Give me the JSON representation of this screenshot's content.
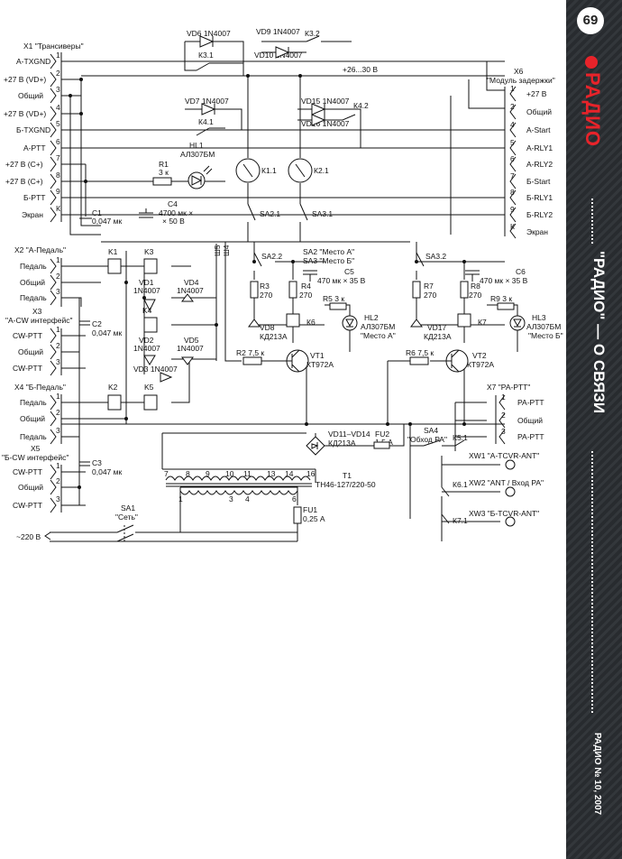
{
  "page": {
    "number": "69",
    "magazine": "РАДИО",
    "section": "\"РАДИО\" — О СВЯЗИ",
    "issue": "РАДИО № 10, 2007"
  },
  "diagram": {
    "connectors": {
      "x1": {
        "title": "X1 \"Трансиверы\"",
        "pins": [
          "A-TXGND",
          "+27 В (VD+)",
          "Общий",
          "+27 В (VD+)",
          "Б-TXGND",
          "A-PTT",
          "+27 В (С+)",
          "+27 В (С+)",
          "Б-PTT",
          "Экран"
        ],
        "pin_numbers": [
          "1",
          "2",
          "3",
          "4",
          "5",
          "6",
          "7",
          "8",
          "9",
          "К"
        ]
      },
      "x6": {
        "title": "X6",
        "subtitle": "\"Модуль задержки\"",
        "pins": [
          "+27 В",
          "Общий",
          "A-Start",
          "A-RLY1",
          "A-RLY2",
          "Б-Start",
          "Б-RLY1",
          "Б-RLY2",
          "Экран"
        ],
        "pin_numbers": [
          "1",
          "2",
          "4",
          "5",
          "6",
          "7",
          "8",
          "9",
          "К"
        ]
      },
      "x2": {
        "title": "X2 \"A-Педаль\"",
        "pins": [
          "Педаль",
          "Общий",
          "Педаль"
        ],
        "pin_numbers": [
          "1",
          "2",
          "3"
        ]
      },
      "x3": {
        "title": "X3",
        "subtitle": "\"A-CW интерфейс\"",
        "pins": [
          "CW-PTT",
          "Общий",
          "CW-PTT"
        ],
        "pin_numbers": [
          "1",
          "2",
          "3"
        ]
      },
      "x4": {
        "title": "X4 \"Б-Педаль\"",
        "pins": [
          "Педаль",
          "Общий",
          "Педаль"
        ],
        "pin_numbers": [
          "1",
          "2",
          "3"
        ]
      },
      "x5": {
        "title": "X5",
        "subtitle": "\"Б-CW интерфейс\"",
        "pins": [
          "CW-PTT",
          "Общий",
          "CW-PTT"
        ],
        "pin_numbers": [
          "1",
          "2",
          "3"
        ]
      },
      "x7": {
        "title": "X7 \"PA-PTT\"",
        "pins": [
          "PA-PTT",
          "Общий",
          "PA-PTT"
        ],
        "pin_numbers": [
          "1",
          "2",
          "3"
        ]
      },
      "xw1": "XW1  \"A-TCVR-ANT\"",
      "xw2": "XW2  \"ANT / Вход PA\"",
      "xw3": "XW3  \"Б-TCVR-ANT\""
    },
    "diodes": {
      "vd6": "VD6 1N4007",
      "vd9": "VD9 1N4007",
      "vd10": "VD10 1N4007",
      "vd7": "VD7 1N4007",
      "vd15": "VD15 1N4007",
      "vd16": "VD16 1N4007",
      "vd1a": "VD1",
      "vd1b": "1N4007",
      "vd4a": "VD4",
      "vd4b": "1N4007",
      "vd2a": "VD2",
      "vd2b": "1N4007",
      "vd5a": "VD5",
      "vd5b": "1N4007",
      "vd3": "VD3 1N4007",
      "vd8a": "VD8",
      "vd8b": "КД213А",
      "vd17a": "VD17",
      "vd17b": "КД213А",
      "bridge_a": "VD11–VD14",
      "bridge_b": "КД213А"
    },
    "contacts": {
      "k31": "К3.1",
      "k32": "К3.2",
      "k41": "К4.1",
      "k42": "К4.2",
      "k11": "К1.1",
      "k21": "К2.1",
      "k51": "К5.1",
      "k61": "К6.1",
      "k71": "К7.1",
      "sa21": "SA2.1",
      "sa31": "SA3.1",
      "sa22": "SA2.2",
      "sa32": "SA3.2",
      "sa_note1": "SA2 \"Место А\"",
      "sa_note2": "SA3 \"Место Б\"",
      "sa4a": "SA4",
      "sa4b": "\"Обход PA\"",
      "sa1a": "SA1",
      "sa1b": "\"Сеть\""
    },
    "relays": {
      "k1": "K1",
      "k2": "K2",
      "k3": "K3",
      "k4": "K4",
      "k5": "K5",
      "k6": "К6",
      "k7": "К7"
    },
    "leds": {
      "hl1a": "HL1",
      "hl1b": "АЛ307БМ",
      "hl2a": "HL2",
      "hl2b": "АЛ307БМ",
      "hl2c": "\"Место А\"",
      "hl3a": "HL3",
      "hl3b": "АЛ307БМ",
      "hl3c": "\"Место Б\""
    },
    "resistors": {
      "r1a": "R1",
      "r1b": "3 к",
      "r2": "R2 7,5 к",
      "r3a": "R3",
      "r3b": "270",
      "r4a": "R4",
      "r4b": "270",
      "r5": "R5 3 к",
      "r6": "R6 7,5 к",
      "r7a": "R7",
      "r7b": "270",
      "r8a": "R8",
      "r8b": "270",
      "r9": "R9 3 к"
    },
    "capacitors": {
      "c1a": "C1",
      "c1b": "0,047 мк",
      "c2a": "C2",
      "c2b": "0,047 мк",
      "c3a": "C3",
      "c3b": "0,047 мк",
      "c4a": "C4",
      "c4b": "4700 мк ×",
      "c4c": "× 50 В",
      "c5a": "C5",
      "c5b": "470 мк × 35 В",
      "c6a": "C6",
      "c6b": "470 мк × 35 В"
    },
    "transistors": {
      "vt1a": "VT1",
      "vt1b": "КТ972А",
      "vt2a": "VT2",
      "vt2b": "КТ972А"
    },
    "power": {
      "rail": "+26...30 В",
      "fu1a": "FU1",
      "fu1b": "0,25 А",
      "fu2a": "FU2",
      "fu2b": "1,5 А",
      "t1a": "T1",
      "t1b": "ТН46-127/220-50",
      "mains": "~220 В",
      "w1": "Ш5",
      "w2": "Ш4",
      "tp": [
        "7",
        "8",
        "9",
        "10",
        "11",
        "13",
        "14",
        "16"
      ],
      "tp_pri": [
        "1",
        "3",
        "4",
        "6"
      ]
    }
  }
}
